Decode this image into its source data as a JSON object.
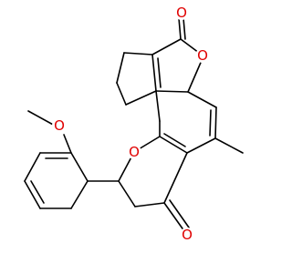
{
  "molecule": {
    "atom_labels": {
      "lactone_ring_oxygen": "O",
      "lactone_carbonyl_oxygen": "O",
      "pyranone_ring_oxygen": "O",
      "ketone_oxygen": "O",
      "methoxy_oxygen": "O"
    },
    "colors": {
      "bond": "#000000",
      "heteroatom_oxygen": "#e00000",
      "background": "#ffffff"
    }
  }
}
